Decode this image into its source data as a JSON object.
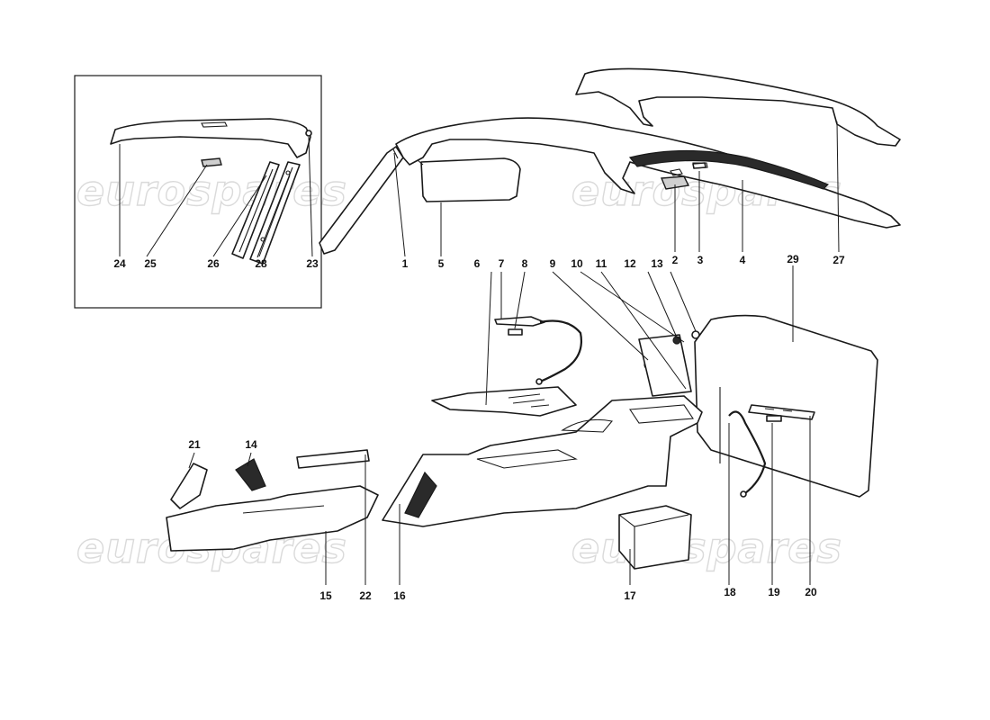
{
  "watermark": "eurospares",
  "callouts": {
    "n1": "1",
    "n2": "2",
    "n3": "3",
    "n4": "4",
    "n5": "5",
    "n6": "6",
    "n7": "7",
    "n8": "8",
    "n9": "9",
    "n10": "10",
    "n11": "11",
    "n12": "12",
    "n13": "13",
    "n14": "14",
    "n15": "15",
    "n16": "16",
    "n17": "17",
    "n18": "18",
    "n19": "19",
    "n20": "20",
    "n21": "21",
    "n22": "22",
    "n23": "23",
    "n24": "24",
    "n25": "25",
    "n26": "26",
    "n27": "27",
    "n28": "28",
    "n29": "29"
  }
}
